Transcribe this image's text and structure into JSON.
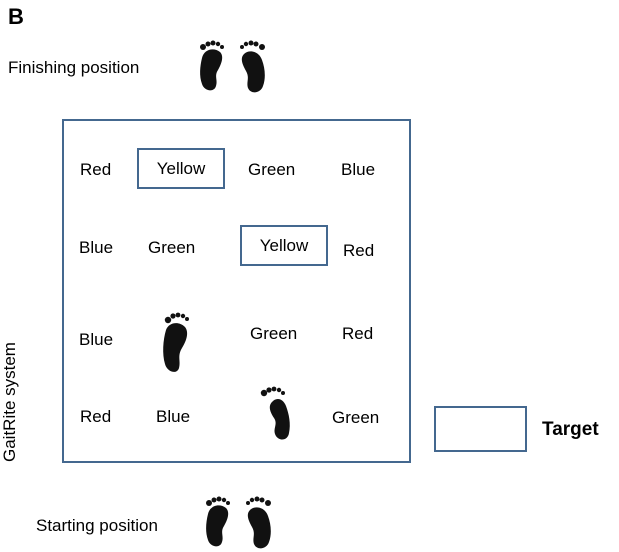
{
  "panel_label": "B",
  "finishing_label": "Finishing position",
  "starting_label": "Starting position",
  "system_label": "GaitRite system",
  "legend": {
    "label": "Target"
  },
  "grid": {
    "rows": [
      [
        "Red",
        "Yellow",
        "Green",
        "Blue"
      ],
      [
        "Blue",
        "Green",
        "Yellow",
        "Red"
      ],
      [
        "Blue",
        "Green",
        "Red"
      ],
      [
        "Red",
        "Blue",
        "Green"
      ]
    ],
    "targets": [
      "Yellow (row 1)",
      "Yellow (row 2)"
    ]
  },
  "colors": {
    "box_border": "#44688f",
    "footprint": "#111111"
  },
  "icons": [
    "footprints-icon",
    "left-footprint-icon",
    "right-footprint-icon"
  ]
}
